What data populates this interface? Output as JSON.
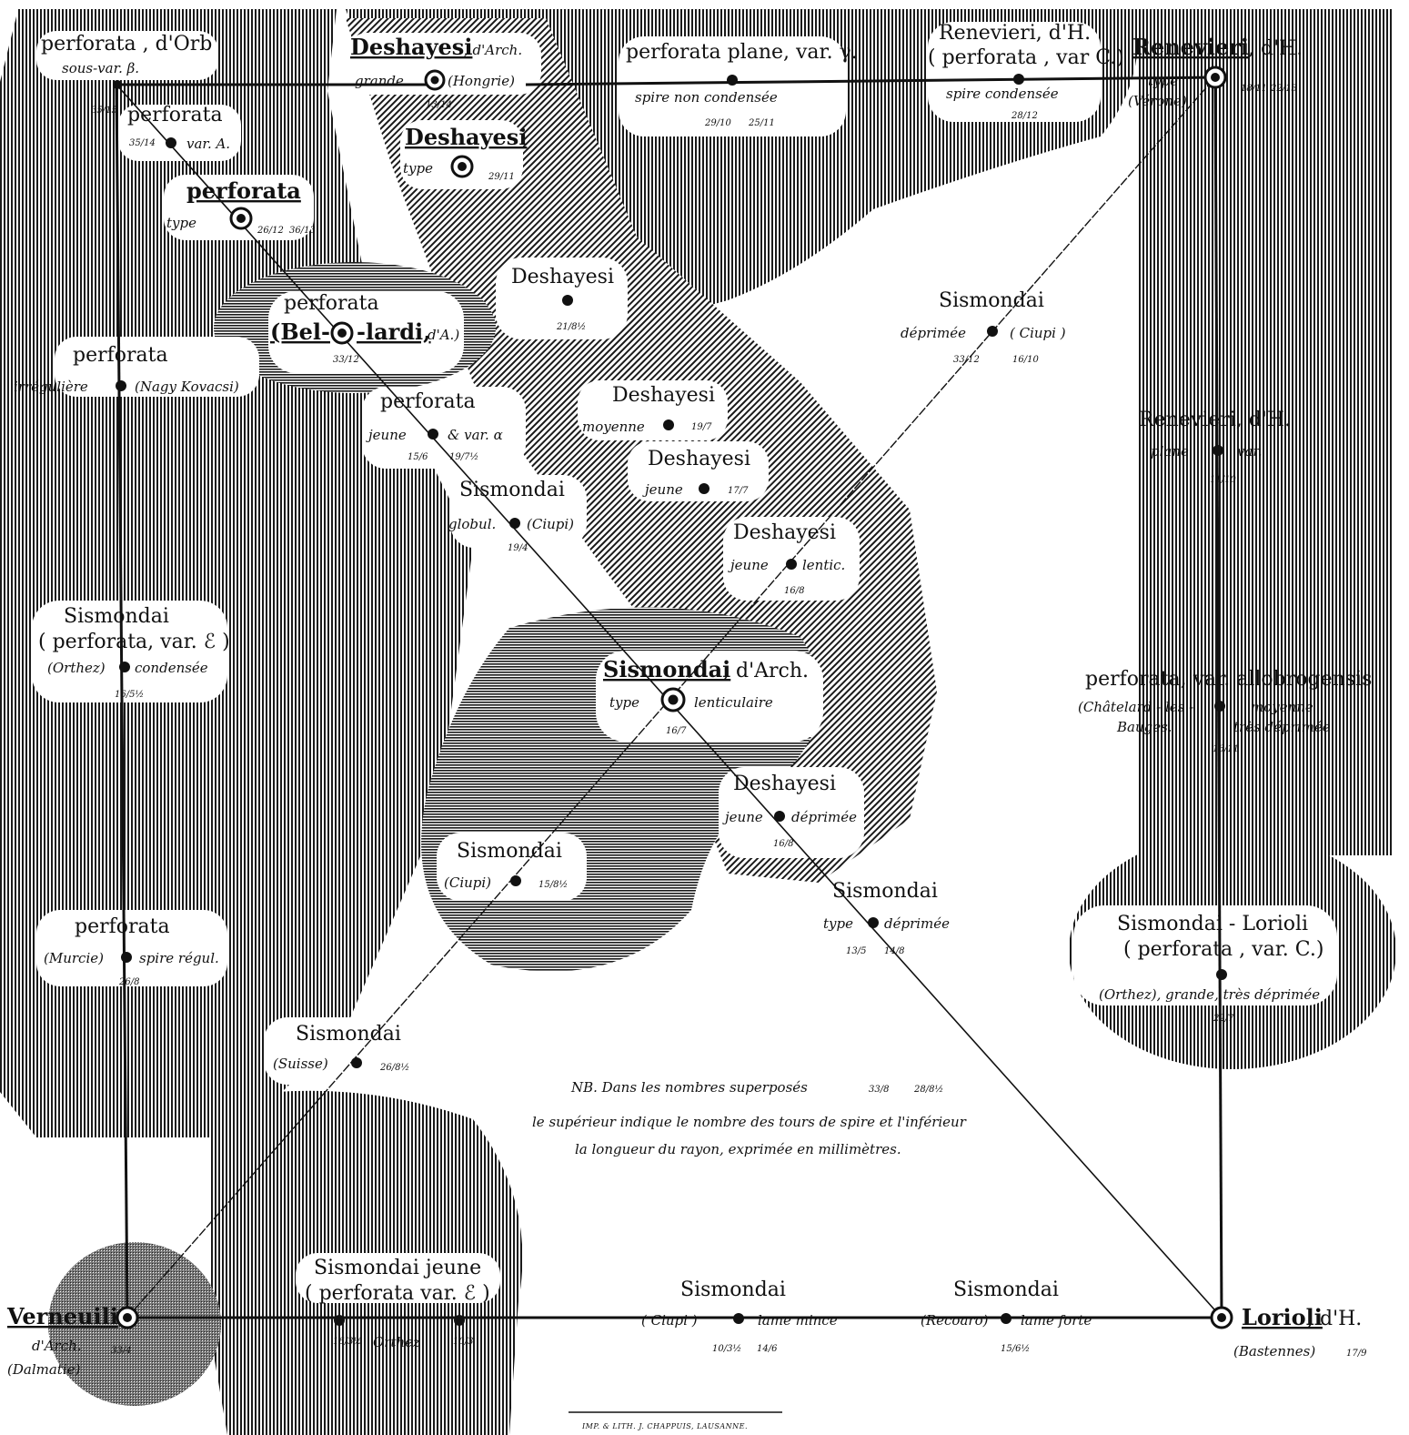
{
  "nodes": {
    "perforata_orb": {
      "name": "perforata , d'Orb",
      "sub": "sous-var. β.",
      "fr": [
        "35/15"
      ]
    },
    "perforata_var_a": {
      "name": "perforata",
      "sub": "var. A.",
      "fr": [
        "35/14"
      ]
    },
    "perforata_type": {
      "name": "perforata",
      "sub": "type",
      "fr": [
        "26/12",
        "36/13"
      ]
    },
    "belardi": {
      "name_a": "perforata",
      "name_b": "(Bel-",
      "name_c": "-lardi,",
      "name_d": "d'A.)",
      "fr": [
        "33/12"
      ]
    },
    "perforata_irreg": {
      "name": "perforata",
      "sub_left": "irrégulière",
      "sub_right": "(Nagy Kovacsi)"
    },
    "perforata_jeune": {
      "name": "perforata",
      "sub_left": "jeune",
      "sub_right": "& var. α",
      "fr": [
        "15/6",
        "19/7½"
      ]
    },
    "sismondai_globul": {
      "name": "Sismondai",
      "sub_left": "globul.",
      "sub_right": "(Ciupi)",
      "fr": [
        "19/4"
      ]
    },
    "sismondai_perforata_e": {
      "name": "Sismondai",
      "name2": "( perforata, var. ℰ )",
      "sub_left": "(Orthez)",
      "sub_right": "condensée",
      "fr": [
        "16/5½"
      ]
    },
    "perforata_murcie": {
      "name": "perforata",
      "sub_left": "(Murcie)",
      "sub_right": "spire régul.",
      "fr": [
        "26/8"
      ]
    },
    "sismondai_suisse": {
      "name": "Sismondai",
      "sub_left": "(Suisse)",
      "fr": [
        "26/8½"
      ]
    },
    "verneuili": {
      "name": "Verneuili",
      "sub": "d'Arch.",
      "sub2": "(Dalmatie)",
      "fr": [
        "33/4"
      ]
    },
    "sismondai_jeune_perf": {
      "name": "Sismondai jeune",
      "name2": "( perforata var. ℰ )",
      "sub": "Orthez",
      "fr": [
        "16/3½",
        "10/3"
      ]
    },
    "sismondai_ciupi_lame": {
      "name": "Sismondai",
      "sub_left": "( Ciupi )",
      "sub_right": "lame mince",
      "fr": [
        "10/3½",
        "14/6"
      ]
    },
    "sismondai_recoaro": {
      "name": "Sismondai",
      "sub_left": "(Recoaro)",
      "sub_right": "lame forte",
      "fr": [
        "15/6½"
      ]
    },
    "lorioli": {
      "name": "Lorioli",
      "suffix": ", d'H.",
      "sub": "(Bastennes)",
      "fr": [
        "17/9"
      ]
    },
    "deshayesi_grande": {
      "name": "Deshayesi",
      "suffix": ", d'Arch.",
      "sub_left": "grande",
      "sub_right": "(Hongrie)",
      "fr": [
        "13/14"
      ]
    },
    "deshayesi_type": {
      "name": "Deshayesi",
      "sub": "type",
      "fr": [
        "29/11"
      ]
    },
    "perforata_plane_var": {
      "name": "perforata plane, var. γ.",
      "sub": "spire non condensée",
      "fr": [
        "29/10",
        "25/11"
      ]
    },
    "renevieri_perf_c": {
      "name": "Renevieri, d'H.",
      "name2": "( perforata , var C.)",
      "sub": "spire condensée",
      "fr": [
        "28/12"
      ]
    },
    "renevieri_type": {
      "name": "Renevieri",
      "suffix": ", d'H.",
      "sub": "type",
      "sub2": "(Vérone)",
      "fr": [
        "18/11",
        "22/13"
      ]
    },
    "deshayesi_mid": {
      "name": "Deshayesi",
      "fr": [
        "21/8½"
      ]
    },
    "sismondai_deprimee_ciupi": {
      "name": "Sismondai",
      "sub_left": "déprimée",
      "sub_right": "( Ciupi )",
      "fr": [
        "33/12",
        "16/10"
      ]
    },
    "deshayesi_moyenne": {
      "name": "Deshayesi",
      "sub": "moyenne",
      "fr": [
        "19/7"
      ]
    },
    "deshayesi_jeune": {
      "name": "Deshayesi",
      "sub": "jeune",
      "fr": [
        "17/7"
      ]
    },
    "renevieri_plane": {
      "name": "Renevieri, d'H.",
      "sub_left": "plane",
      "sub_right": "var.",
      "fr": [
        "11/10"
      ]
    },
    "deshayesi_lentic": {
      "name": "Deshayesi",
      "sub_left": "jeune",
      "sub_right": "lentic.",
      "fr": [
        "16/8"
      ]
    },
    "sismondai_center": {
      "name": "Sismondai",
      "suffix": ", d'Arch.",
      "sub_left": "type",
      "sub_right": "lenticulaire",
      "fr": [
        "16/7"
      ]
    },
    "perforata_allobrog": {
      "name": "perforata, var. allobrogensis",
      "sub_left": "(Châtelard - les -",
      "sub_left2": "Bauges.",
      "sub_right": "moyenne",
      "sub_right2": "très déprimée",
      "fr": [
        "16/11"
      ]
    },
    "deshayesi_deprimee": {
      "name": "Deshayesi",
      "sub_left": "jeune",
      "sub_right": "déprimée",
      "fr": [
        "16/8"
      ]
    },
    "sismondai_ciupi_dark": {
      "name": "Sismondai",
      "sub_left": "(Ciupi)",
      "fr": [
        "15/8½"
      ]
    },
    "sismondai_type_deprimee": {
      "name": "Sismondai",
      "sub_left": "type",
      "sub_right": "déprimée",
      "fr": [
        "13/5",
        "14/8"
      ]
    },
    "sismondai_lorioli": {
      "name": "Sismondai - Lorioli",
      "name2": "( perforata , var. C.)",
      "sub": "(Orthez), grande, très déprimée",
      "fr": [
        "22/7"
      ]
    }
  },
  "note": {
    "line1_a": "NB. Dans les nombres superposés",
    "fr": [
      "33/8",
      "28/8½"
    ],
    "line2": "le supérieur indique le nombre des tours de spire et l'inférieur",
    "line3": "la longueur du rayon, exprimée en millimètres."
  },
  "imprint": "IMP. & LITH. J. CHAPPUIS, LAUSANNE.",
  "colors": {
    "ink": "#111111",
    "paper": "#ffffff"
  }
}
